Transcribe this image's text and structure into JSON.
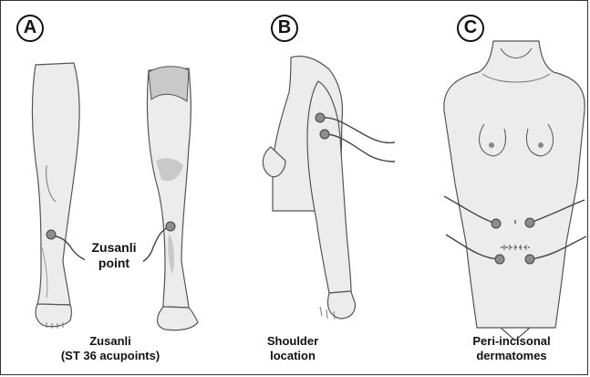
{
  "panels": [
    {
      "letter": "A",
      "caption_line1": "Zusanli",
      "caption_line2": "(ST 36 acupoints)"
    },
    {
      "letter": "B",
      "caption_line1": "Shoulder",
      "caption_line2": "location"
    },
    {
      "letter": "C",
      "caption_line1": "Peri-incisonal",
      "caption_line2": "dermatomes"
    }
  ],
  "callout": {
    "line1": "Zusanli",
    "line2": "point"
  },
  "colors": {
    "skin": "#ececec",
    "shade": "#c9c9c9",
    "outline": "#555555",
    "electrode": "#8c8c8c",
    "wire": "#444444"
  }
}
